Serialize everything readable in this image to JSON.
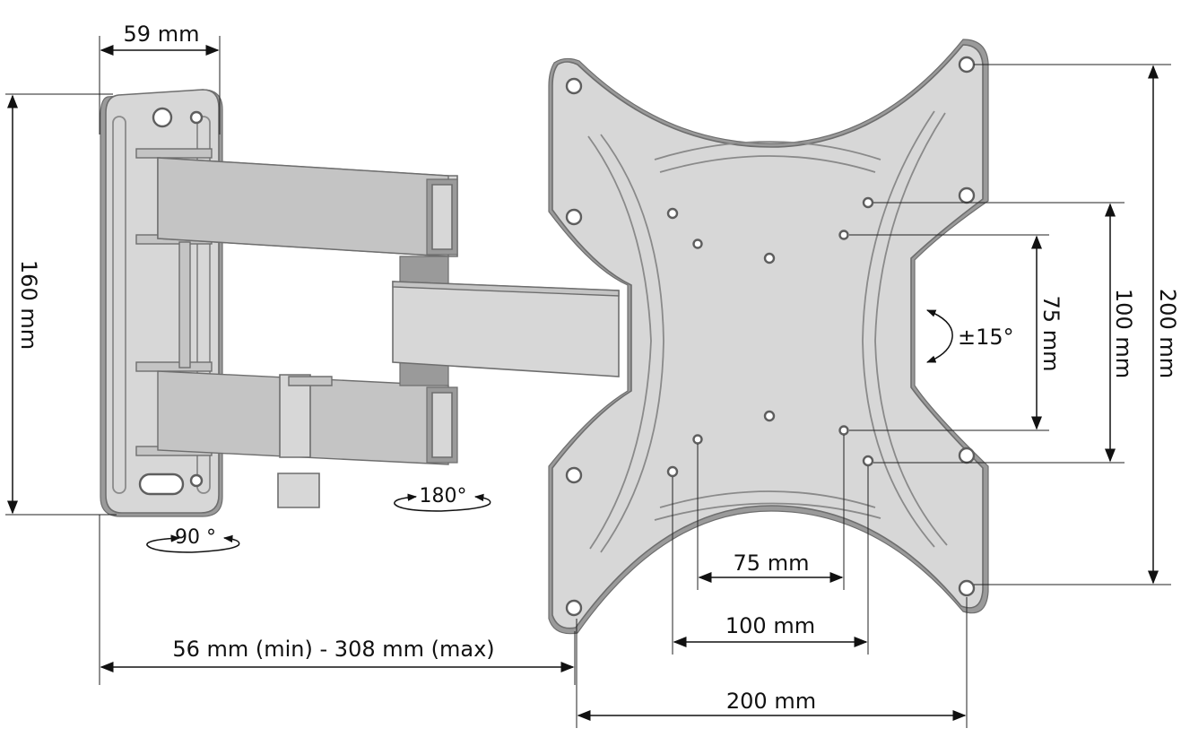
{
  "dimensions": {
    "wall_plate_depth": "59 mm",
    "wall_plate_height": "160 mm",
    "extension_range": "56 mm (min) - 308 mm (max)",
    "hole_h_200": "200 mm",
    "hole_h_100": "100 mm",
    "hole_h_75": "75 mm",
    "hole_v_200": "200 mm",
    "hole_v_100": "100 mm",
    "hole_v_75": "75 mm"
  },
  "rotations": {
    "wall_swivel": "90 °",
    "arm_swivel": "180°",
    "tilt": "±15°"
  },
  "colors": {
    "metal": "#d7d7d7",
    "outline": "#6e6e6e",
    "dimension_line": "#111111"
  }
}
